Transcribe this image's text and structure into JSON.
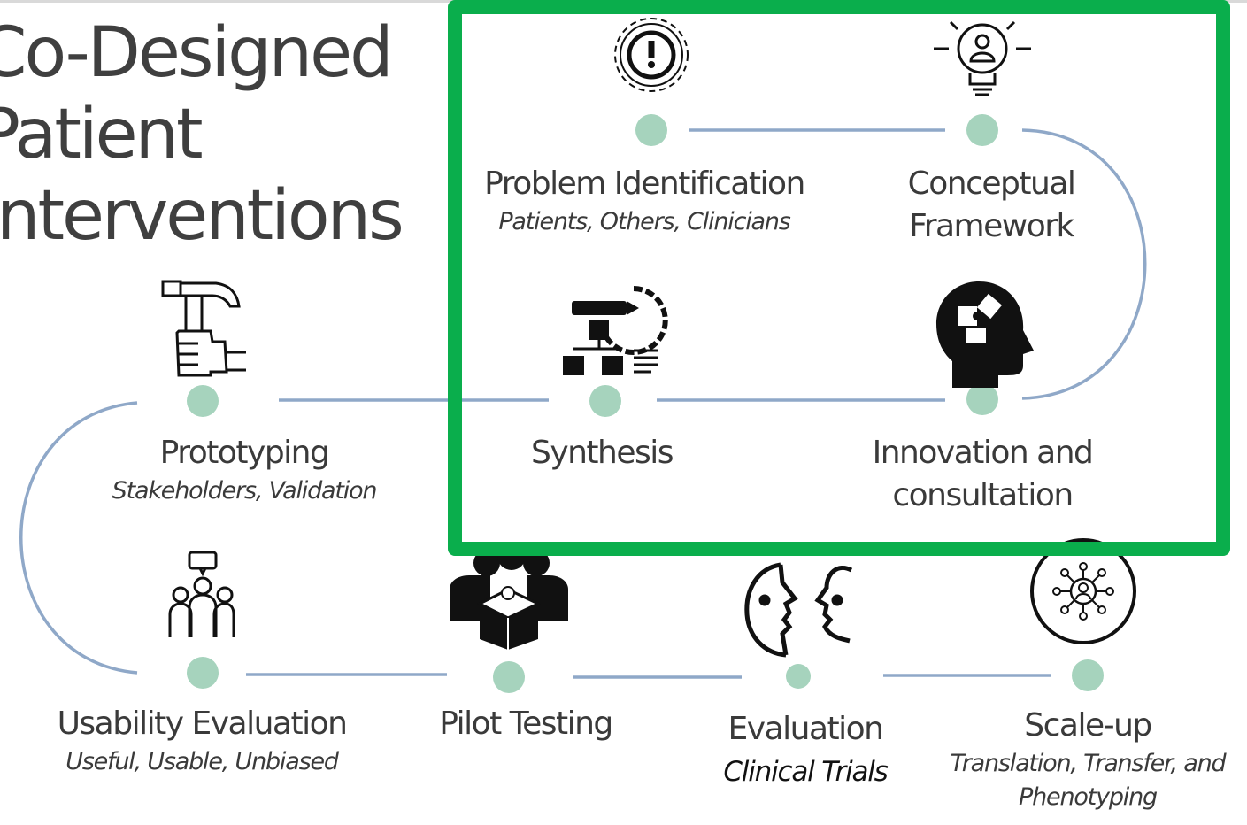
{
  "title": [
    "Co-Designed",
    "Patient",
    "Interventions"
  ],
  "stages": [
    {
      "id": "problem",
      "label": "Problem Identification",
      "sub": "Patients, Others, Clinicians",
      "icon": "gear-exclamation-icon"
    },
    {
      "id": "conceptual",
      "label": "Conceptual",
      "label2": "Framework",
      "icon": "lightbulb-person-icon"
    },
    {
      "id": "innovation",
      "label": "Innovation and",
      "label2": "consultation",
      "icon": "head-puzzle-icon"
    },
    {
      "id": "synthesis",
      "label": "Synthesis",
      "icon": "pencil-chart-icon"
    },
    {
      "id": "prototyping",
      "label": "Prototyping",
      "sub": "Stakeholders, Validation",
      "icon": "hammer-hand-icon"
    },
    {
      "id": "usability",
      "label": "Usability Evaluation",
      "sub": "Useful, Usable, Unbiased",
      "icon": "group-speech-icon"
    },
    {
      "id": "pilot",
      "label": "Pilot Testing",
      "icon": "team-box-icon"
    },
    {
      "id": "evaluation",
      "label": "Evaluation",
      "sub": "Clinical Trials",
      "icon": "faces-profile-icon"
    },
    {
      "id": "scaleup",
      "label": "Scale-up",
      "sub": "Translation, Transfer, and",
      "sub2": "Phenotyping",
      "icon": "network-person-icon"
    }
  ],
  "colors": {
    "node": "#a6d3bd",
    "path": "#8fa8c8",
    "highlight": "#0aae4c",
    "text": "#3a3a3a"
  }
}
